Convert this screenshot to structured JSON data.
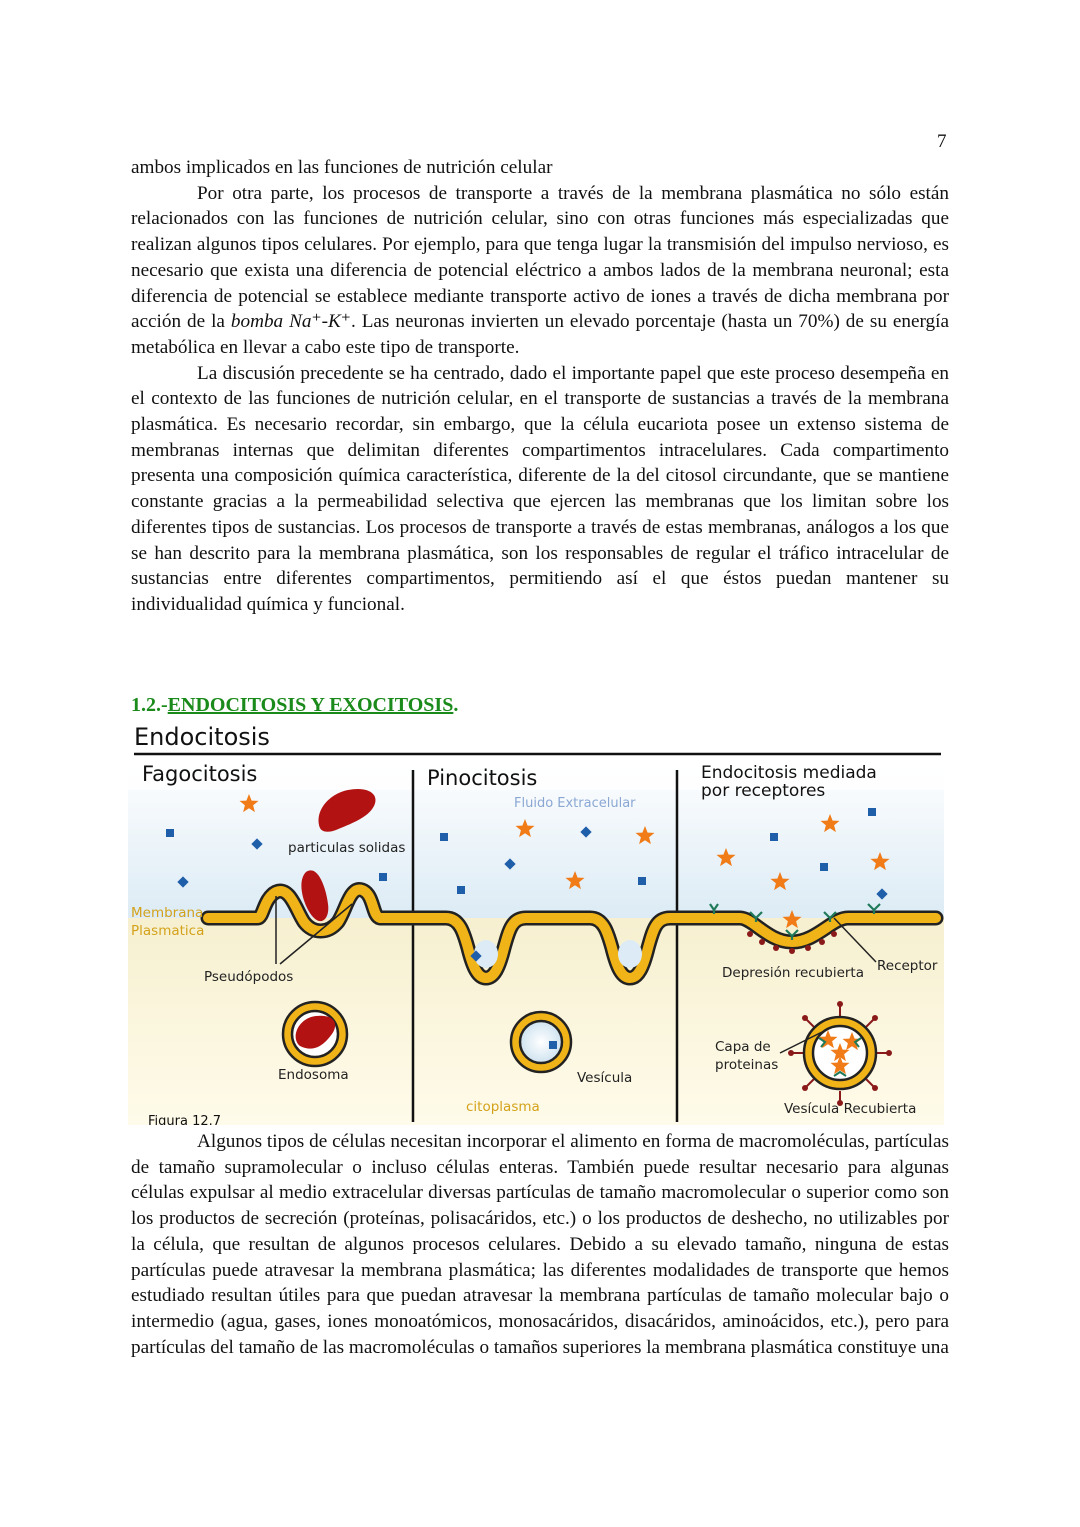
{
  "page_number": "7",
  "paragraph_0": "ambos implicados en las funciones de nutrición celular",
  "paragraph_1": {
    "before": "Por otra parte, los procesos de transporte a través de la membrana plasmática no sólo están relacionados con las funciones de nutrición celular, sino con otras funciones más especializadas que realizan algunos tipos celulares. Por ejemplo, para que tenga lugar la transmisión del impulso nervioso, es necesario que exista una diferencia de potencial eléctrico a ambos lados de la membrana neuronal; esta diferencia de potencial se establece mediante transporte activo de iones a través de dicha membrana por acción de la ",
    "italic": "bomba Na⁺-K⁺",
    "after": ". Las neuronas invierten un elevado porcentaje (hasta un 70%) de su energía metabólica en llevar a cabo este tipo de transporte."
  },
  "paragraph_2": "La discusión precedente se ha centrado, dado el importante papel que este proceso desempeña en el contexto de las funciones de nutrición celular, en el transporte de sustancias a través de la membrana plasmática. Es necesario recordar, sin embargo, que la célula eucariota posee un extenso sistema de membranas internas que delimitan diferentes compartimentos intracelulares. Cada compartimento presenta una composición química característica, diferente de la del citosol circundante, que se mantiene constante gracias a la permeabilidad selectiva que ejercen las membranas que los limitan sobre los diferentes tipos de sustancias. Los procesos de transporte a través de estas membranas, análogos a los que se han descrito para la membrana plasmática, son los responsables de regular el tráfico intracelular de sustancias entre diferentes compartimentos, permitiendo así el que éstos puedan mantener su individualidad química y funcional.",
  "heading": {
    "number": "1.2.-",
    "title": "ENDOCITOSIS Y EXOCITOSIS",
    "period": "."
  },
  "figure": {
    "title": "Endocitosis",
    "caption": "Figura 12.7",
    "panel_1": {
      "title": "Fagocitosis",
      "label_particles": "particulas solidas",
      "label_membrane_1": "Membrana",
      "label_membrane_2": "Plasmatica",
      "label_pseudopods": "Pseudópodos",
      "label_endosome": "Endosoma"
    },
    "panel_2": {
      "title": "Pinocitosis",
      "label_fluid": "Fluido Extracelular",
      "label_vesicle": "Vesícula",
      "label_cytoplasm": "citoplasma"
    },
    "panel_3": {
      "title_1": "Endocitosis mediada",
      "title_2": "por receptores",
      "label_pit": "Depresión recubierta",
      "label_receptor": "Receptor",
      "label_coat_1": "Capa de",
      "label_coat_2": "proteinas",
      "label_coated_vesicle": "Vesícula Recubierta"
    },
    "colors": {
      "membrane": "#f0b418",
      "membrane_edge": "#222222",
      "particle": "#b31212",
      "star": "#f07b17",
      "square": "#1f5faa",
      "receptor": "#1f7a5a",
      "cytoplasm": "#fbf3c7",
      "extracellular": "#dcebf5"
    }
  },
  "paragraph_3": "Algunos tipos de células necesitan incorporar el alimento en forma de macromoléculas, partículas de tamaño supramolecular o incluso células enteras. También puede resultar necesario para algunas células expulsar al medio extracelular diversas partículas de tamaño macromolecular o superior como son los productos de secreción (proteínas, polisacáridos, etc.) o los productos de deshecho, no utilizables por la célula, que resultan de algunos procesos celulares. Debido a su elevado tamaño, ninguna de estas partículas puede atravesar la membrana plasmática; las diferentes modalidades de transporte que hemos estudiado resultan útiles para que puedan atravesar la membrana partículas de tamaño molecular bajo o intermedio (agua, gases, iones monoatómicos, monosacáridos, disacáridos, aminoácidos, etc.), pero para partículas del tamaño de las macromoléculas o tamaños superiores la membrana plasmática constituye una"
}
